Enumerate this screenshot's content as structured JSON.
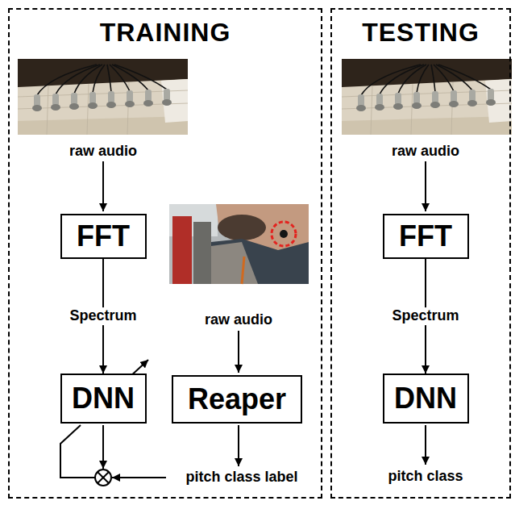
{
  "diagram": {
    "nodes": [
      {
        "text": [
          "TRAINING"
        ]
      },
      {
        "text": [
          "FFT"
        ],
        "in": 0
      },
      {
        "text": [
          "DNN"
        ],
        "in": 0
      },
      {
        "text": [
          "Reaper"
        ],
        "in": 0
      },
      {
        "text": [
          "TESTING"
        ]
      },
      {
        "text": [
          "FFT"
        ],
        "in": 4
      },
      {
        "text": [
          "DNN"
        ],
        "in": 4
      }
    ],
    "edges": [
      {
        "from": 1,
        "to": 2,
        "label": "Spectrum",
        "arrow": "to"
      },
      {
        "from": 5,
        "to": 6,
        "label": "Spectrum",
        "arrow": "to"
      }
    ],
    "labels": [
      "raw audio",
      "raw audio",
      "pitch class label",
      "raw audio",
      "pitch class"
    ]
  }
}
